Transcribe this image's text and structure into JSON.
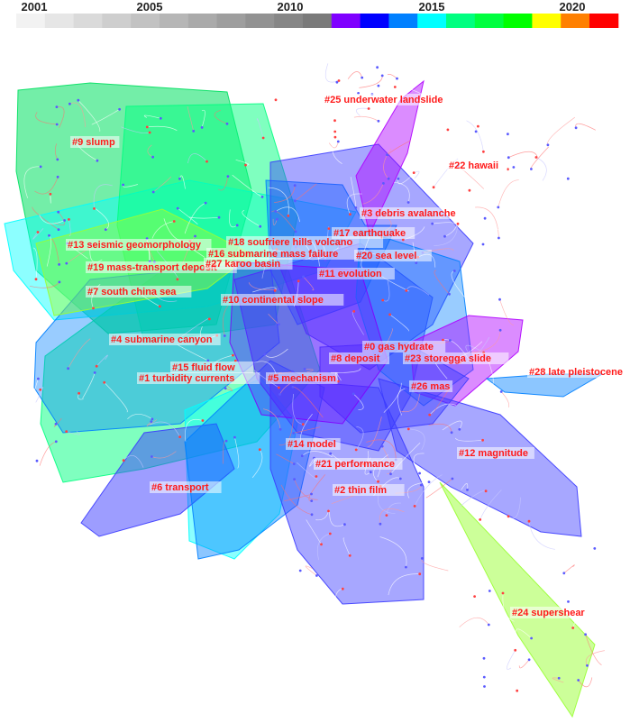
{
  "timeline": {
    "labels": [
      "2001",
      "2005",
      "2010",
      "2015",
      "2020"
    ],
    "colors": [
      "#f2f2f2",
      "#e6e6e6",
      "#dadada",
      "#cecece",
      "#c2c2c2",
      "#b6b6b6",
      "#aaaaaa",
      "#9e9e9e",
      "#929292",
      "#868686",
      "#7a7a7a",
      "#7f00ff",
      "#0000ff",
      "#0080ff",
      "#00ffff",
      "#00ff80",
      "#00ff40",
      "#00ff00",
      "#ffff00",
      "#ff8000",
      "#ff0000"
    ]
  },
  "clusters": [
    {
      "label": "#0 gas hydrate",
      "color": "#5b3bff"
    },
    {
      "label": "#1 turbidity currents",
      "color": "#00ff80"
    },
    {
      "label": "#2 thin film",
      "color": "#3b3bff"
    },
    {
      "label": "#3 debris avalanche",
      "color": "#3b3bff"
    },
    {
      "label": "#4 submarine canyon",
      "color": "#00ff80"
    },
    {
      "label": "#5 mechanism",
      "color": "#3b3bff"
    },
    {
      "label": "#6 transport",
      "color": "#3b3bff"
    },
    {
      "label": "#7 south china sea",
      "color": "#0080ff"
    },
    {
      "label": "#8 deposit",
      "color": "#3b3bff"
    },
    {
      "label": "#9 slump",
      "color": "#00e060"
    },
    {
      "label": "#10 continental slope",
      "color": "#00ff80"
    },
    {
      "label": "#11 evolution",
      "color": "#0080ff"
    },
    {
      "label": "#12 magnitude",
      "color": "#3b3bff"
    },
    {
      "label": "#13 seismic geomorphology",
      "color": "#00ffff"
    },
    {
      "label": "#14 model",
      "color": "#0080ff"
    },
    {
      "label": "#15 fluid flow",
      "color": "#00ff80"
    },
    {
      "label": "#16 submarine mass failure",
      "color": "#00ff80"
    },
    {
      "label": "#17 earthquake",
      "color": "#0080ff"
    },
    {
      "label": "#18 soufriere hills volcano",
      "color": "#00ff80"
    },
    {
      "label": "#19 mass-transport deposit",
      "color": "#99ff33"
    },
    {
      "label": "#20 sea level",
      "color": "#3b3bff"
    },
    {
      "label": "#21 performance",
      "color": "#0080ff"
    },
    {
      "label": "#22 hawaii",
      "color": "#bbbbbb"
    },
    {
      "label": "#23 storegga slide",
      "color": "#7f3bff"
    },
    {
      "label": "#24 supershear",
      "color": "#99ff33"
    },
    {
      "label": "#25 underwater landslide",
      "color": "#c0c0c0"
    },
    {
      "label": "#26 mas",
      "color": "#b000ff"
    },
    {
      "label": "#27 karoo basin",
      "color": "#00ff80"
    },
    {
      "label": "#28 late pleistocene",
      "color": "#0080ff"
    }
  ]
}
